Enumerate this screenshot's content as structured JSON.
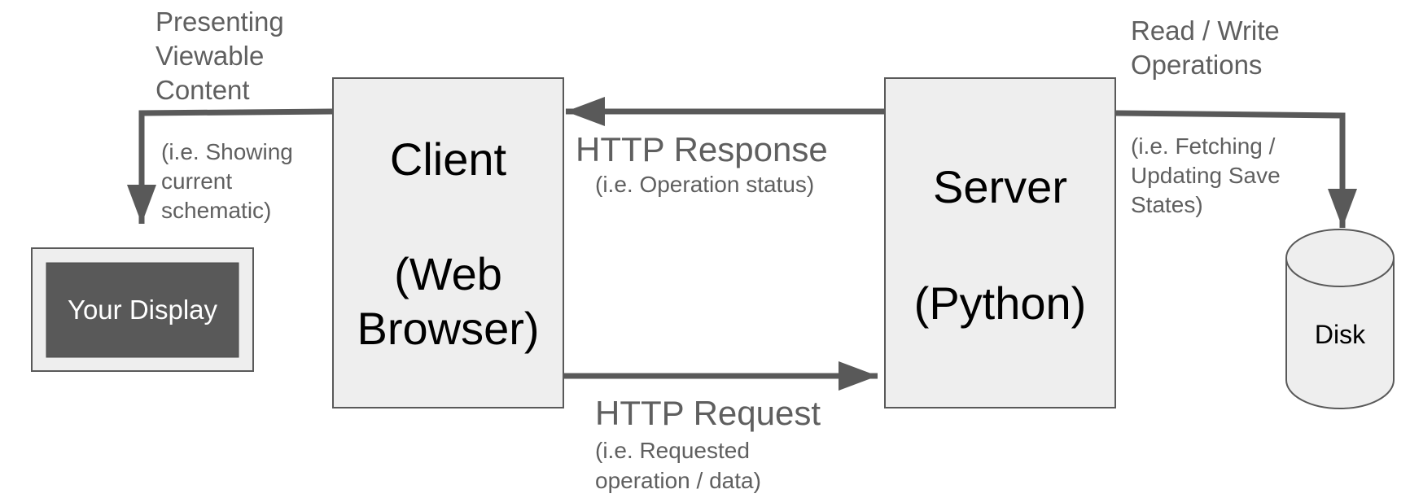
{
  "nodes": {
    "client": {
      "line1": "Client",
      "line2": "(Web",
      "line3": "Browser)"
    },
    "server": {
      "line1": "Server",
      "line2": "(Python)"
    },
    "display": {
      "label": "Your Display"
    },
    "disk": {
      "label": "Disk"
    }
  },
  "edges": {
    "presenting": {
      "title_line1": "Presenting",
      "title_line2": "Viewable",
      "title_line3": "Content",
      "note_line1": "(i.e. Showing",
      "note_line2": "current",
      "note_line3": "schematic)"
    },
    "response": {
      "title": "HTTP Response",
      "note": "(i.e. Operation status)"
    },
    "request": {
      "title": "HTTP Request",
      "note_line1": "(i.e. Requested",
      "note_line2": "operation / data)"
    },
    "readwrite": {
      "title_line1": "Read / Write",
      "title_line2": "Operations",
      "note_line1": "(i.e. Fetching /",
      "note_line2": "Updating Save",
      "note_line3": "States)"
    }
  },
  "colors": {
    "box_fill": "#eeeeee",
    "box_border": "#595959",
    "arrow": "#595959",
    "display_screen": "#595959",
    "label_gray": "#5f5f5f",
    "text_black": "#000000",
    "text_white": "#ffffff"
  }
}
